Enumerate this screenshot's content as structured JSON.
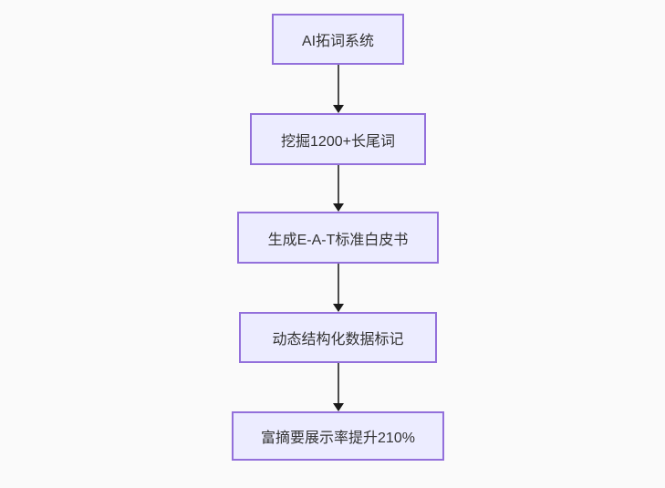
{
  "diagram": {
    "type": "flowchart",
    "direction": "top-down",
    "nodes": [
      {
        "id": "A",
        "label": "AI拓词系统"
      },
      {
        "id": "B",
        "label": "挖掘1200+长尾词"
      },
      {
        "id": "C",
        "label": "生成E-A-T标准白皮书"
      },
      {
        "id": "D",
        "label": "动态结构化数据标记"
      },
      {
        "id": "E",
        "label": "富摘要展示率提升210%"
      }
    ],
    "edges": [
      {
        "from": "AI拓词系统",
        "to": "挖掘1200+长尾词"
      },
      {
        "from": "挖掘1200+长尾词",
        "to": "生成E-A-T标准白皮书"
      },
      {
        "from": "生成E-A-T标准白皮书",
        "to": "动态结构化数据标记"
      },
      {
        "from": "动态结构化数据标记",
        "to": "富摘要展示率提升210%"
      }
    ],
    "colors": {
      "background": "#fafafa",
      "node_fill": "#ECECFF",
      "node_border": "#9370DB",
      "node_text": "#333333",
      "edge_line": "#4d4d4d",
      "arrowhead": "#1a1a1a"
    }
  }
}
